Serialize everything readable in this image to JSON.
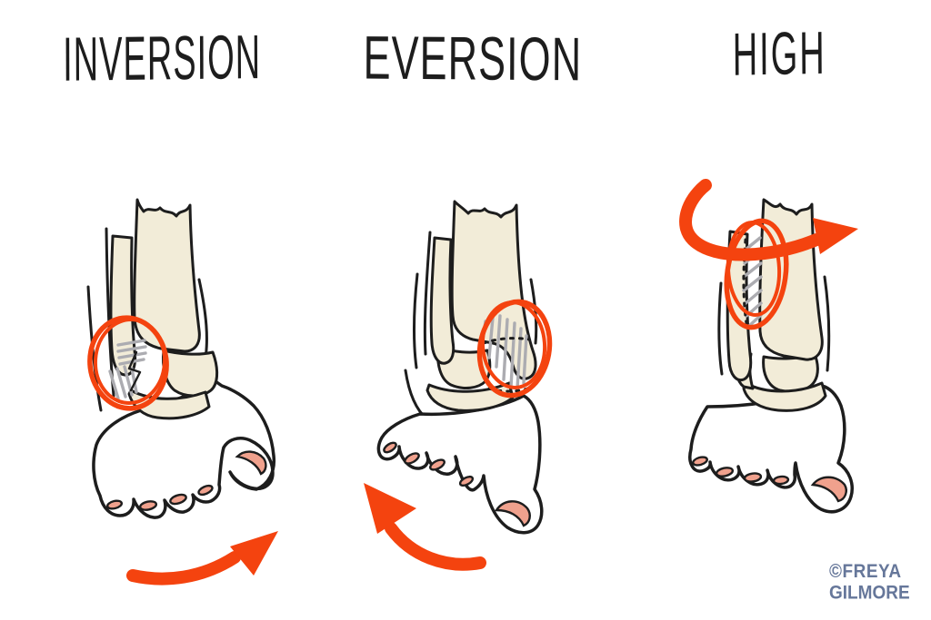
{
  "panels": [
    {
      "id": "inversion",
      "title": "INVERSION"
    },
    {
      "id": "eversion",
      "title": "EVERSION"
    },
    {
      "id": "high",
      "title": "HIGH"
    }
  ],
  "signature": {
    "line1": "©FREYA",
    "line2": "GILMORE"
  },
  "colors": {
    "paper": "#ffffff",
    "outline": "#1d1d1d",
    "bone": "#f2ecd8",
    "nail": "#f0a18d",
    "ligament": "#acacb1",
    "accent": "#f4430f",
    "signature": "#66779a"
  }
}
